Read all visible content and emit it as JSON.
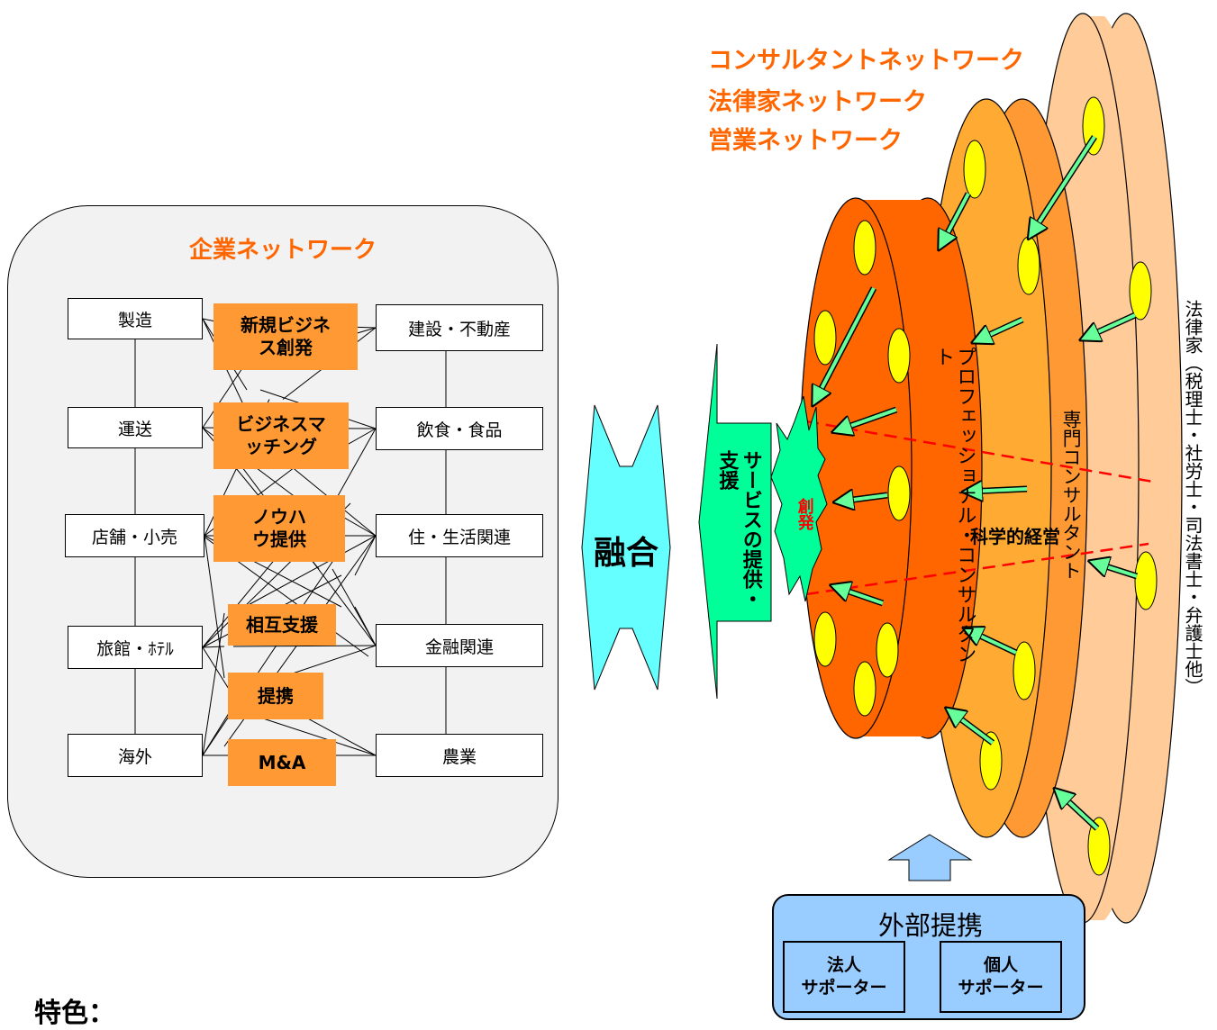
{
  "corporate_network": {
    "title": "企業ネットワーク",
    "left_items": [
      "製造",
      "運送",
      "店舗・小売",
      "旅館・ﾎﾃﾙ",
      "海外"
    ],
    "right_items": [
      "建設・不動産",
      "飲食・食品",
      "住・生活関連",
      "金融関連",
      "農業"
    ],
    "center_items": [
      "新規ビジネス創発",
      "ビジネスマッチング",
      "ノウハウ提供",
      "相互支援",
      "提携",
      "M&A"
    ]
  },
  "fusion_label": "融合",
  "service_label": "サービスの提供・支援",
  "creation_label": "創発",
  "network_headings": [
    "コンサルタントネットワーク",
    "法律家ネットワーク",
    "営業ネットワーク"
  ],
  "layers": {
    "professional": "プロフェッショナル・コンサルタント",
    "scientific": "科学的経営",
    "specialist": "専門コンサルタント",
    "lawyers": "法律家（税理士・社労士・司法書士・弁護士他）"
  },
  "external": {
    "title": "外部提携",
    "corporate_supporter": "法人\nサポーター",
    "individual_supporter": "個人\nサポーター"
  },
  "footer": {
    "features_label": "特色："
  },
  "colors": {
    "accent_orange": "#ff6600",
    "box_orange": "#ff9933",
    "disc_front": "#ff6600",
    "disc_middle": "#ffaa33",
    "disc_back": "#ffcc99",
    "fusion_cyan": "#66ffff",
    "service_green": "#00ff99",
    "ellipse_yellow": "#ffff00",
    "external_blue": "#99ccff"
  }
}
